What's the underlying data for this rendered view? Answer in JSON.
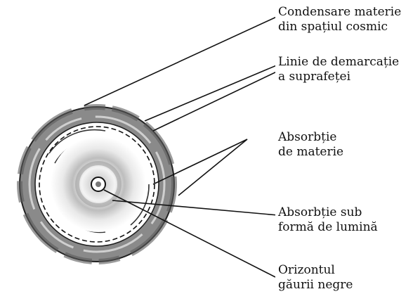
{
  "labels": {
    "condensation": [
      "Condensare materie",
      "din spațiul cosmic"
    ],
    "surface": [
      "Linie de demarcație",
      "a suprafeței"
    ],
    "absorption": [
      "Absorbție",
      "de materie"
    ],
    "light": [
      "Absorbție sub",
      "formă de lumină"
    ],
    "horizon": [
      "Orizontul",
      "găurii negre"
    ]
  }
}
